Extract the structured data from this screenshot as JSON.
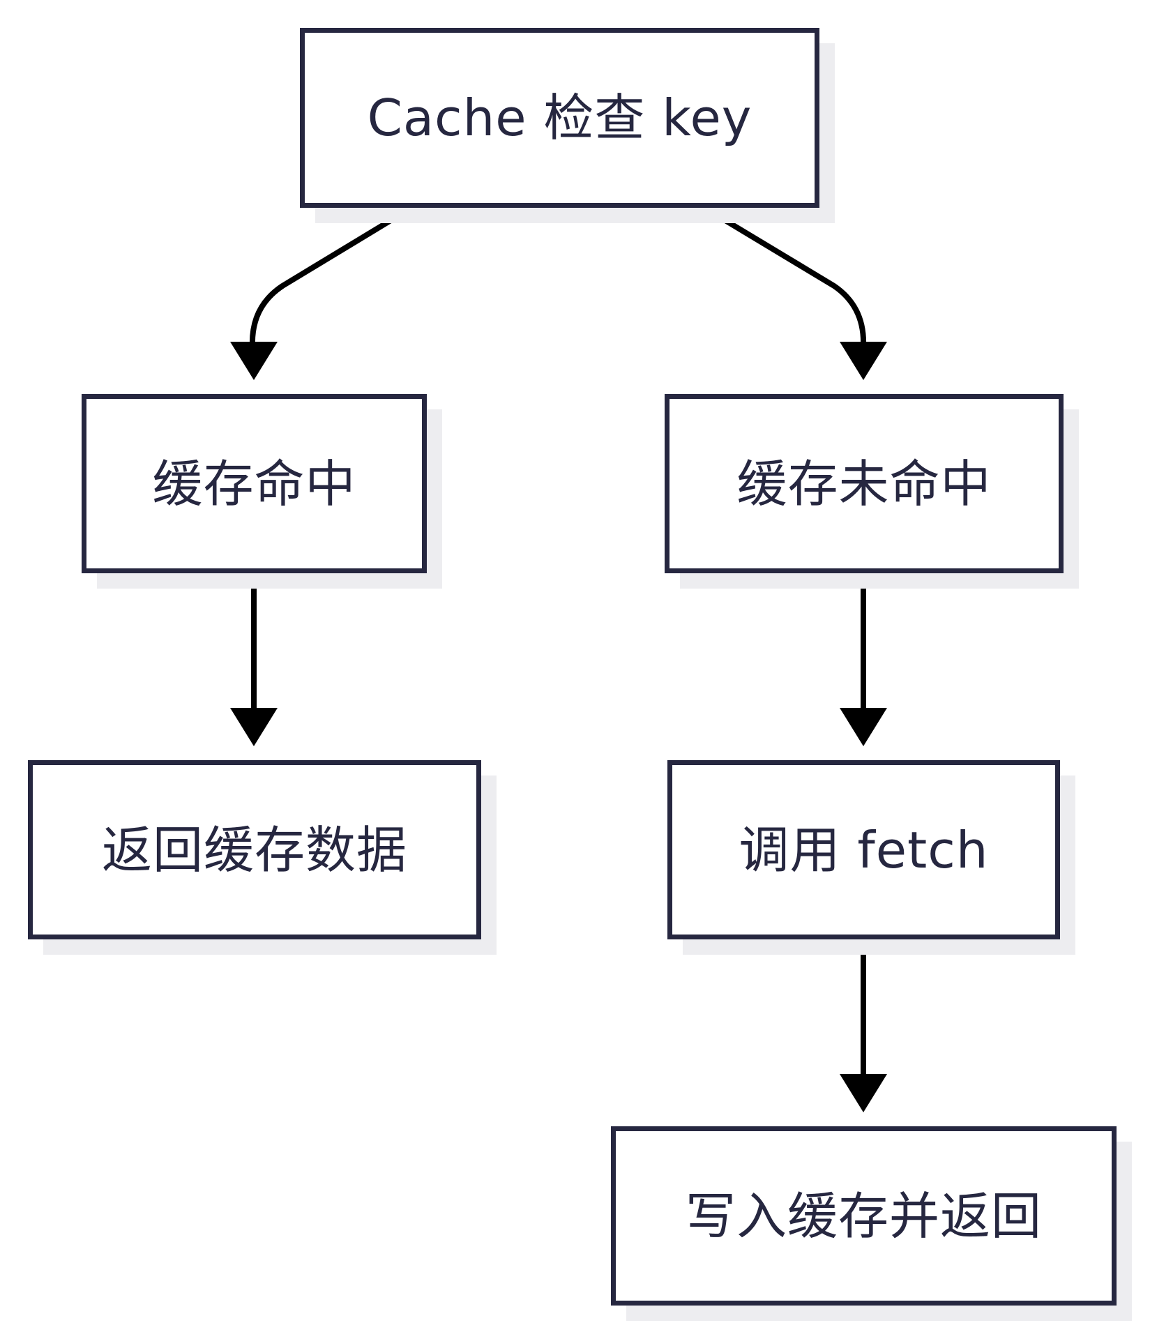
{
  "diagram": {
    "type": "flowchart",
    "colors": {
      "node_border": "#262740",
      "node_fill": "#ffffff",
      "node_shadow": "#ededf0",
      "edge": "#000000",
      "text": "#262740"
    },
    "nodes": {
      "start": {
        "label": "Cache 检查 key"
      },
      "hit": {
        "label": "缓存命中"
      },
      "miss": {
        "label": "缓存未命中"
      },
      "return_cached": {
        "label": "返回缓存数据"
      },
      "call_fetch": {
        "label": "调用 fetch"
      },
      "write_return": {
        "label": "写入缓存并返回"
      }
    },
    "edges": [
      {
        "from": "start",
        "to": "hit"
      },
      {
        "from": "start",
        "to": "miss"
      },
      {
        "from": "hit",
        "to": "return_cached"
      },
      {
        "from": "miss",
        "to": "call_fetch"
      },
      {
        "from": "call_fetch",
        "to": "write_return"
      }
    ]
  }
}
